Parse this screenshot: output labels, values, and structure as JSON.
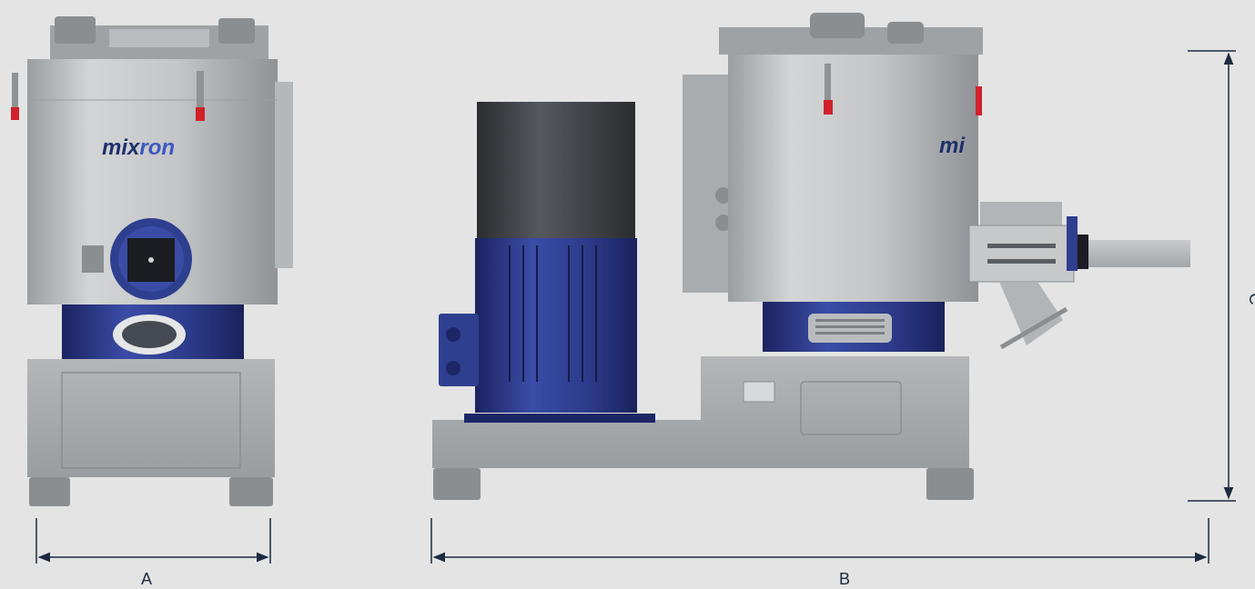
{
  "brand": {
    "logo_text_a": "mix",
    "logo_text_b": "ron",
    "logo_partial": "mi"
  },
  "dimensions": {
    "a_label": "A",
    "b_label": "B",
    "c_label": "C"
  },
  "colors": {
    "background": "#e3e4e3",
    "dimension_line": "#1d2a40",
    "steel_light": "#cfd1d2",
    "steel_mid": "#a9acae",
    "steel_dark": "#7c8083",
    "blue_motor": "#2f3f8f",
    "blue_dark": "#1d2766",
    "motor_cap": "#3a3d42",
    "red_clamp": "#d1212a",
    "logo_blue": "#1f2f6b"
  }
}
